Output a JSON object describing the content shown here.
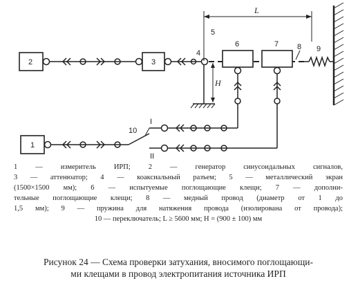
{
  "diagram": {
    "block_labels": {
      "b1": "1",
      "b2": "2",
      "b3": "3",
      "b4": "4",
      "b5": "5",
      "b6": "6",
      "b7": "7",
      "b8": "8",
      "b9": "9",
      "b10": "10"
    },
    "switch_labels": {
      "upper": "I",
      "lower": "II"
    },
    "dimensions": {
      "length": "L",
      "height": "H"
    }
  },
  "legend": {
    "lines": [
      "1 — измеритель ИРП;   2 — генератор   синусоидальных   сигналов,",
      "3 — аттенюатор;  4 — коаксиальный разъем;  5 — металлический экран",
      "(1500×1500 мм);  6 — испытуемые поглощающие клещи;  7 — дополни-",
      "тельные  поглощающие  клещи;   8 — медный  провод  (диаметр от 1 до",
      "1,5 мм);  9 — пружина для натяжения провода (изолирована от провода);",
      "10 — переключатель; L ≥ 5600 мм; H = (900 ± 100) мм"
    ]
  },
  "caption": {
    "lines": [
      "Рисунок 24 — Схема проверки затухания, вносимого поглощающи-",
      "ми клещами в провод электропитания  источника ИРП"
    ]
  }
}
